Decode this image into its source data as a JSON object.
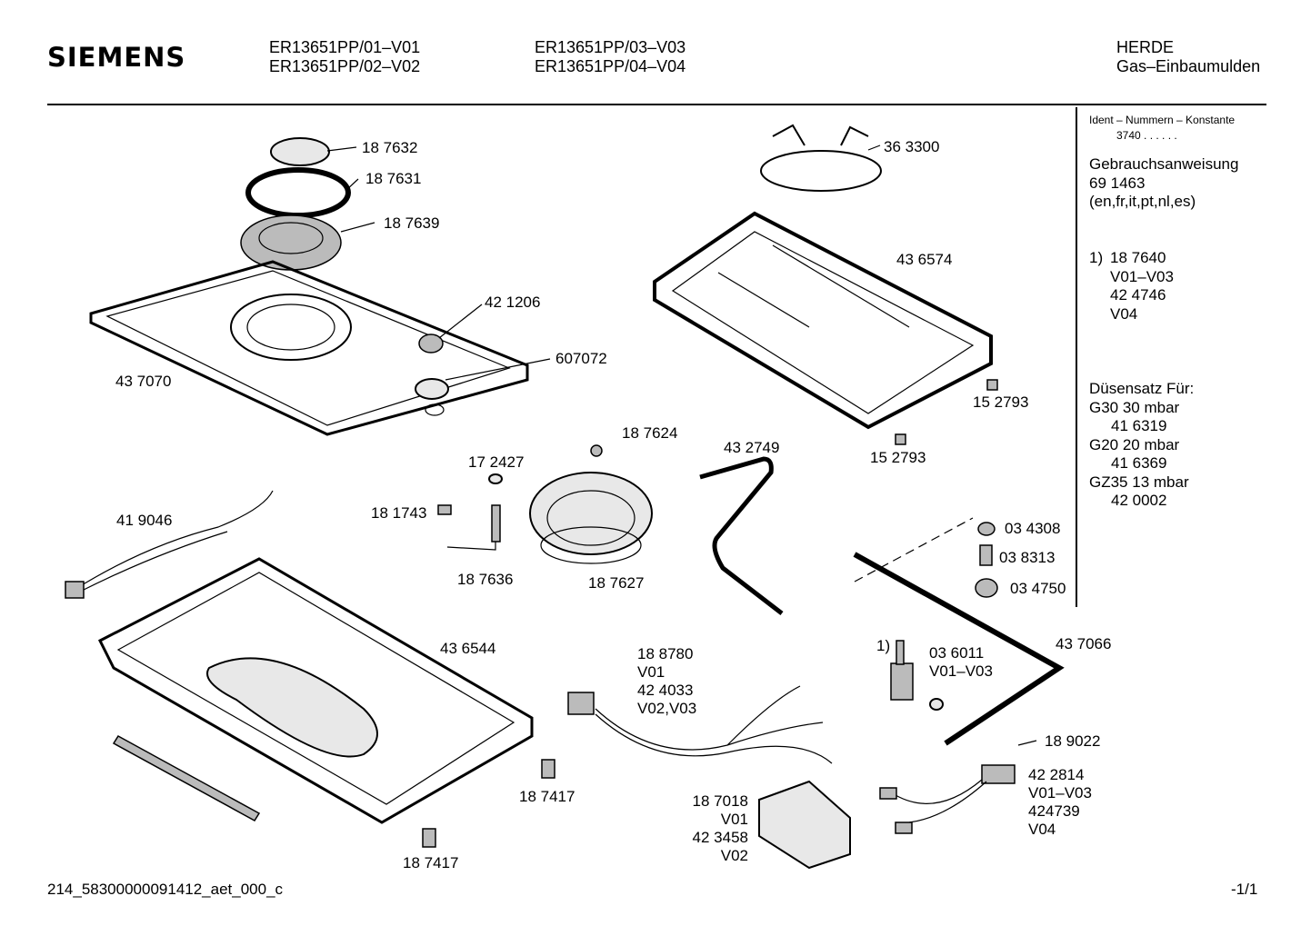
{
  "header": {
    "brand": "SIEMENS",
    "models_a": [
      "ER13651PP/01–V01",
      "ER13651PP/02–V02"
    ],
    "models_b": [
      "ER13651PP/03–V03",
      "ER13651PP/04–V04"
    ],
    "category": "HERDE",
    "subcategory": "Gas–Einbaumulden"
  },
  "side_panel": {
    "ident_title": "Ident – Nummern – Konstante",
    "ident_value": "3740  .  .  .  .  .  .",
    "manual_title": "Gebrauchsanweisung",
    "manual_number": "69 1463",
    "manual_langs": "(en,fr,it,pt,nl,es)",
    "note1_label": "1)",
    "note1_lines": [
      "18 7640",
      "V01–V03",
      "42 4746",
      "V04"
    ],
    "nozzle_title": "Düsensatz Für:",
    "nozzle_lines": [
      "G30  30 mbar",
      "41 6319",
      "G20 20  mbar",
      "41 6369",
      "GZ35   13 mbar",
      "42 0002"
    ]
  },
  "part_labels": {
    "p187632": "18 7632",
    "p187631": "18 7631",
    "p187639": "18 7639",
    "p421206": "42 1206",
    "p607072": "607072",
    "p437070": "43 7070",
    "p363300": "36 3300",
    "p436574": "43 6574",
    "p152793a": "15 2793",
    "p152793b": "15 2793",
    "p187624": "18 7624",
    "p432749": "43 2749",
    "p172427": "17 2427",
    "p181743": "18 1743",
    "p187636": "18 7636",
    "p187627": "18 7627",
    "p419046": "41 9046",
    "p034308": "03 4308",
    "p038313": "03 8313",
    "p034750": "03 4750",
    "p436544": "43 6544",
    "p437066": "43 7066",
    "p036011_note": "1)",
    "p036011": [
      "03 6011",
      "V01–V03"
    ],
    "p188780": [
      "18 8780",
      "V01",
      "42 4033",
      "V02,V03"
    ],
    "p189022": "18 9022",
    "p422814": [
      "42 2814",
      "V01–V03",
      "424739",
      "V04"
    ],
    "p187417a": "18 7417",
    "p187417b": "18 7417",
    "p187018": [
      "18 7018",
      "V01",
      "42 3458",
      "V02"
    ]
  },
  "footer": {
    "doc_id": "214_58300000091412_aet_000_c",
    "page": "-1/1"
  }
}
